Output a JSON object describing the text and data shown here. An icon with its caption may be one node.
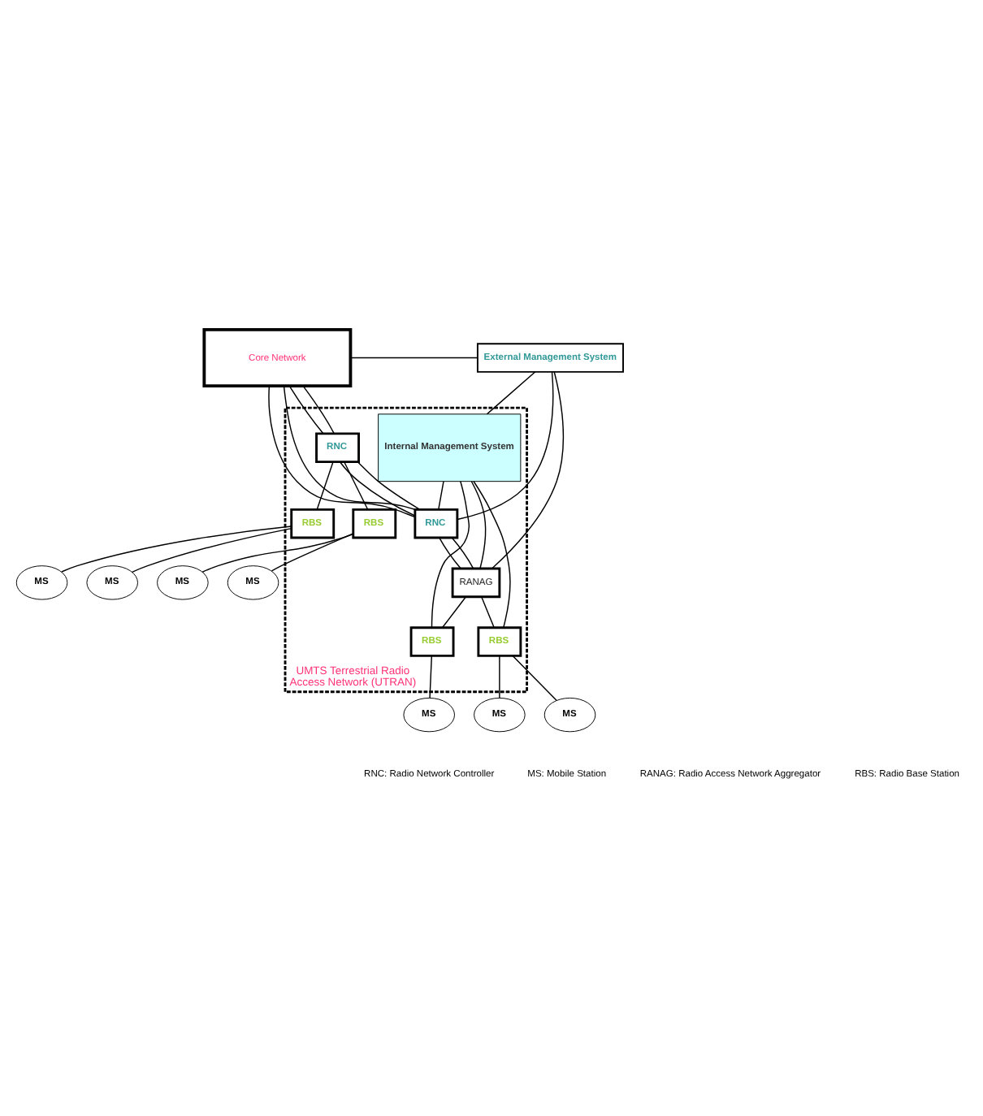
{
  "diagram": {
    "nodes": [
      {
        "text": [
          "Core Network"
        ]
      },
      {
        "text": [
          "External Management System"
        ]
      },
      {
        "text": [
          "UMTS Terrestrial Radio Access Network (UTRAN)"
        ]
      },
      {
        "text": [
          "Internal Management System"
        ],
        "in": 2
      },
      {
        "text": [
          "RNC"
        ],
        "in": 2
      },
      {
        "text": [
          "RNC"
        ],
        "in": 2
      },
      {
        "text": [
          "RBS"
        ],
        "in": 2
      },
      {
        "text": [
          "RBS"
        ],
        "in": 2
      },
      {
        "text": [
          "RANAG"
        ],
        "in": 2
      },
      {
        "text": [
          "RBS"
        ],
        "in": 2
      },
      {
        "text": [
          "RBS"
        ],
        "in": 2
      },
      {
        "text": [
          "MS"
        ]
      },
      {
        "text": [
          "MS"
        ]
      },
      {
        "text": [
          "MS"
        ]
      },
      {
        "text": [
          "MS"
        ]
      },
      {
        "text": [
          "MS"
        ]
      },
      {
        "text": [
          "MS"
        ]
      },
      {
        "text": [
          "MS"
        ]
      }
    ],
    "edges": [
      {
        "from": 0,
        "to": 1,
        "arrow": "none"
      },
      {
        "from": 0,
        "to": 4,
        "arrow": "none"
      },
      {
        "from": 0,
        "to": 5,
        "arrow": "none"
      },
      {
        "from": 0,
        "to": 4,
        "arrow": "none"
      },
      {
        "from": 0,
        "to": 5,
        "arrow": "none"
      },
      {
        "from": 1,
        "to": 5,
        "arrow": "none"
      },
      {
        "from": 1,
        "to": 8,
        "arrow": "none"
      },
      {
        "from": 1,
        "to": 3,
        "arrow": "none"
      },
      {
        "from": 4,
        "to": 5,
        "arrow": "none"
      },
      {
        "from": 4,
        "to": 5,
        "arrow": "none"
      },
      {
        "from": 3,
        "to": 5,
        "arrow": "none"
      },
      {
        "from": 3,
        "to": 8,
        "arrow": "none"
      },
      {
        "from": 3,
        "to": 9,
        "arrow": "none"
      },
      {
        "from": 3,
        "to": 10,
        "arrow": "none"
      },
      {
        "from": 4,
        "to": 6,
        "arrow": "none"
      },
      {
        "from": 4,
        "to": 7,
        "arrow": "none"
      },
      {
        "from": 5,
        "to": 8,
        "arrow": "none"
      },
      {
        "from": 5,
        "to": 8,
        "arrow": "none"
      },
      {
        "from": 8,
        "to": 9,
        "arrow": "none"
      },
      {
        "from": 8,
        "to": 10,
        "arrow": "none"
      },
      {
        "from": 6,
        "to": 11,
        "arrow": "none"
      },
      {
        "from": 6,
        "to": 12,
        "arrow": "none"
      },
      {
        "from": 7,
        "to": 13,
        "arrow": "none"
      },
      {
        "from": 7,
        "to": 14,
        "arrow": "none"
      },
      {
        "from": 9,
        "to": 15,
        "arrow": "none"
      },
      {
        "from": 10,
        "to": 16,
        "arrow": "none"
      },
      {
        "from": 10,
        "to": 17,
        "arrow": "none"
      }
    ],
    "labels": [
      "RNC: Radio Network Controller",
      "MS: Mobile Station",
      "RANAG: Radio Access Network Aggregator",
      "RBS: Radio Base Station"
    ]
  }
}
